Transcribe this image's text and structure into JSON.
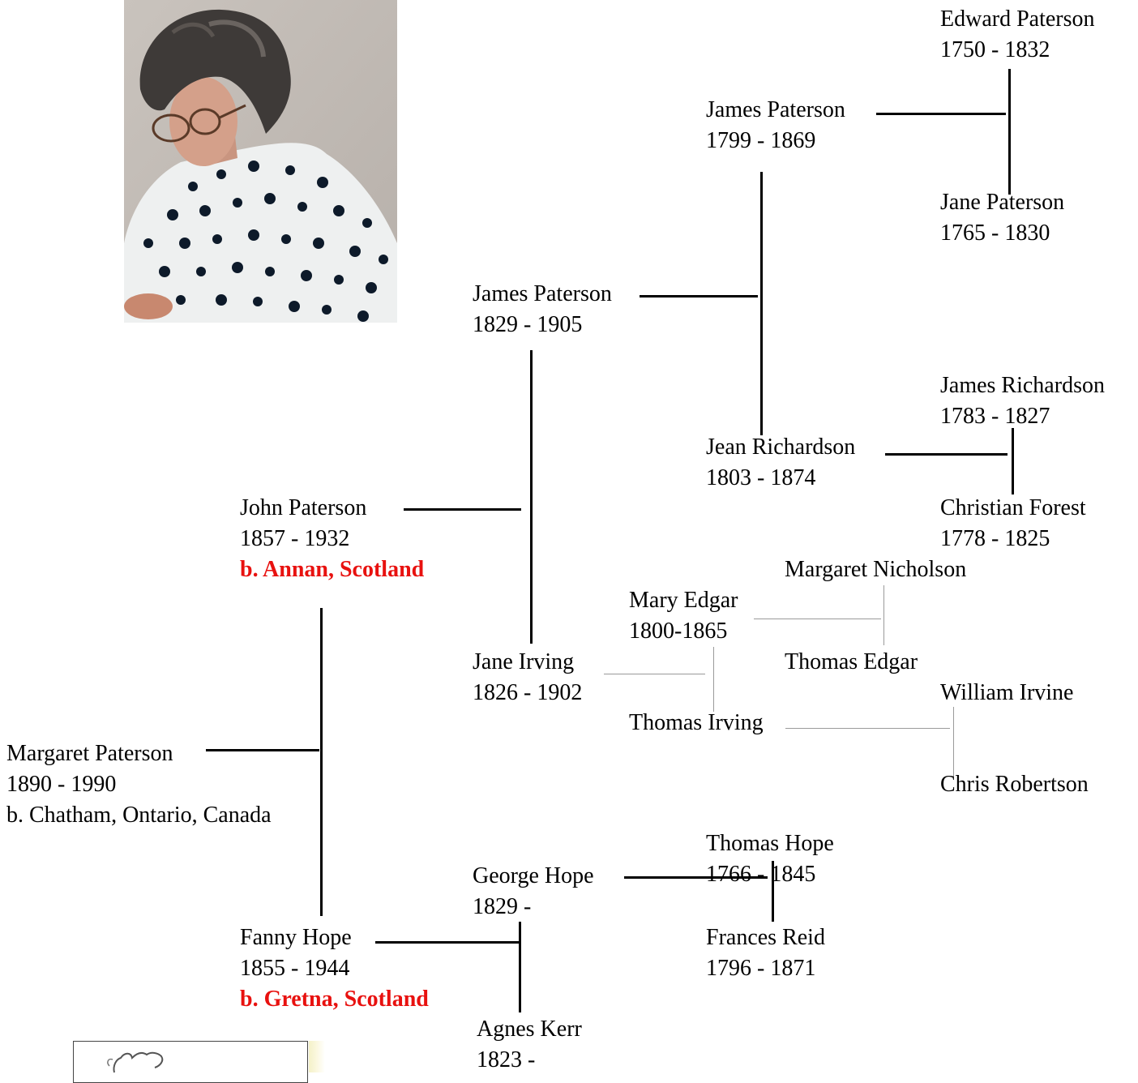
{
  "people": {
    "edward_paterson": {
      "name": "Edward Paterson",
      "dates": "1750 - 1832"
    },
    "james_paterson_1799": {
      "name": "James Paterson",
      "dates": "1799 - 1869"
    },
    "jane_paterson": {
      "name": "Jane Paterson",
      "dates": "1765 - 1830"
    },
    "james_paterson_1829": {
      "name": "James Paterson",
      "dates": "1829 - 1905"
    },
    "james_richardson": {
      "name": "James Richardson",
      "dates": "1783 - 1827"
    },
    "jean_richardson": {
      "name": "Jean Richardson",
      "dates": "1803 - 1874"
    },
    "christian_forest": {
      "name": "Christian Forest",
      "dates": "1778 - 1825"
    },
    "john_paterson": {
      "name": "John Paterson",
      "dates": "1857 - 1932",
      "birthplace": "b. Annan, Scotland"
    },
    "margaret_nicholson": {
      "name": "Margaret Nicholson"
    },
    "mary_edgar": {
      "name": "Mary Edgar",
      "dates": "1800-1865"
    },
    "thomas_edgar": {
      "name": "Thomas Edgar"
    },
    "jane_irving": {
      "name": "Jane Irving",
      "dates": "1826 - 1902"
    },
    "william_irvine": {
      "name": "William Irvine"
    },
    "thomas_irving": {
      "name": "Thomas Irving"
    },
    "margaret_paterson": {
      "name": "Margaret Paterson",
      "dates": "1890 - 1990",
      "birthplace": "b. Chatham, Ontario, Canada"
    },
    "chris_robertson": {
      "name": "Chris Robertson"
    },
    "thomas_hope": {
      "name": "Thomas Hope",
      "dates": "1766 - 1845"
    },
    "george_hope": {
      "name": "George Hope",
      "dates": "1829 -"
    },
    "fanny_hope": {
      "name": "Fanny Hope",
      "dates": "1855 - 1944",
      "birthplace": "b. Gretna, Scotland"
    },
    "frances_reid": {
      "name": "Frances Reid",
      "dates": "1796 - 1871"
    },
    "agnes_kerr": {
      "name": "Agnes Kerr",
      "dates": "1823 -"
    }
  },
  "colors": {
    "birthplace_highlight": "#e8110f",
    "connector": "#000000",
    "connector_thin": "#9a9a9a"
  },
  "images": {
    "portrait": "portrait-photo",
    "map": "map-thumbnail"
  }
}
